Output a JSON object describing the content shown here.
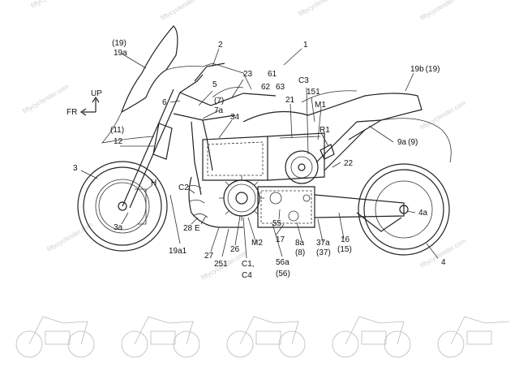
{
  "labels": {
    "l_19": "(19)",
    "l_19a": "19a",
    "l_2": "2",
    "l_1": "1",
    "l_19b": "19b (19)",
    "l_up": "UP",
    "l_fr": "FR",
    "l_5": "5",
    "l_7": "(7)",
    "l_7a": "7a",
    "l_23": "23",
    "l_61": "61",
    "l_62": "62",
    "l_63": "63",
    "l_c3": "C3",
    "l_151": "151",
    "l_m1": "M1",
    "l_21": "21",
    "l_6": "6",
    "l_34": "34",
    "l_r1": "R1",
    "l_11": "(11)",
    "l_12": "12",
    "l_9a": "9a (9)",
    "l_3": "3",
    "l_22": "22",
    "l_h": "H",
    "l_c2": "C2",
    "l_3a": "3a",
    "l_4a": "4a",
    "l_28": "28",
    "l_e": "E",
    "l_17": "17",
    "l_55": "55",
    "l_8a": "8a",
    "l_8": "(8)",
    "l_37a": "37a",
    "l_37": "(37)",
    "l_16": "16",
    "l_15": "(15)",
    "l_19a1": "19a1",
    "l_26": "26",
    "l_m2": "M2",
    "l_27": "27",
    "l_251": "251",
    "l_c1": "C1,",
    "l_c4": "C4",
    "l_56a": "56a",
    "l_56": "(56)",
    "l_4": "4"
  },
  "watermark": "fiftycyclerider.com",
  "thumbnails": [
    "thumb-1",
    "thumb-2",
    "thumb-3",
    "thumb-4",
    "thumb-5"
  ]
}
